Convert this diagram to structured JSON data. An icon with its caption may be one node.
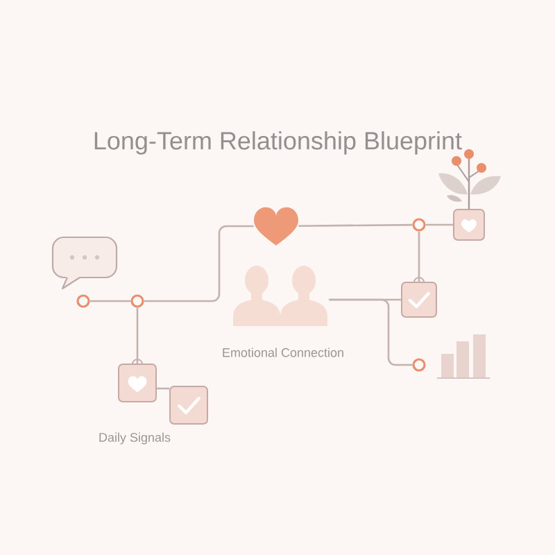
{
  "diagram": {
    "title": "Long-Term Relationship Blueprint",
    "nodes": [
      {
        "text": [],
        "shape": "circle"
      },
      {
        "text": [],
        "shape": "circle"
      },
      {
        "text": [],
        "shape": "heart"
      },
      {
        "text": [],
        "shape": "person",
        "beside": [
          "Emotional Connection"
        ]
      },
      {
        "text": [],
        "shape": "circle"
      },
      {
        "text": [],
        "shape": "box"
      },
      {
        "text": [],
        "shape": "box"
      },
      {
        "text": [],
        "shape": "circle"
      },
      {
        "text": [],
        "shape": "box"
      },
      {
        "text": [],
        "shape": "box"
      }
    ],
    "edges": [
      {
        "from": 0,
        "to": 1,
        "arrow": "none"
      },
      {
        "from": 1,
        "to": 2,
        "arrow": "none"
      },
      {
        "from": 2,
        "to": 4,
        "arrow": "none"
      },
      {
        "from": 4,
        "to": 5,
        "arrow": "none"
      },
      {
        "from": 4,
        "to": 6,
        "arrow": "none"
      },
      {
        "from": 3,
        "to": 6,
        "arrow": "none"
      },
      {
        "from": 3,
        "to": 7,
        "arrow": "none"
      },
      {
        "from": 1,
        "to": 8,
        "arrow": "none"
      },
      {
        "from": 8,
        "to": 9,
        "arrow": "none"
      }
    ],
    "labels": [
      "Daily Signals"
    ]
  }
}
